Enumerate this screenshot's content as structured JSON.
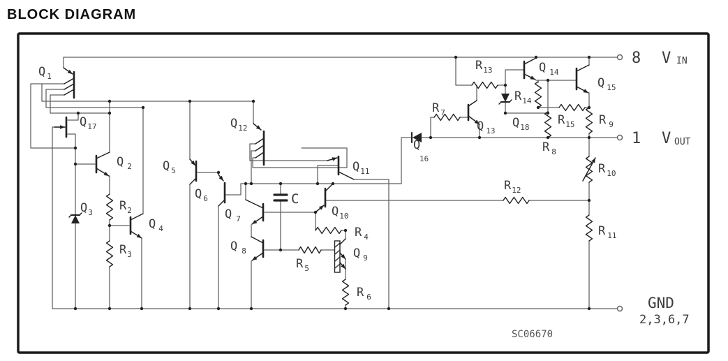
{
  "title": "BLOCK DIAGRAM",
  "figure_code": "SC06670",
  "colors": {
    "wire": "#5f5f5f",
    "symbol": "#222222",
    "label": "#3c3c3c",
    "frame": "#1a1a1a",
    "background": "#ffffff"
  },
  "pins": {
    "vin": {
      "number": "8",
      "name": "V",
      "sub": "IN"
    },
    "vout": {
      "number": "1",
      "name": "V",
      "sub": "OUT"
    },
    "gnd": {
      "name": "GND",
      "numbers": "2,3,6,7"
    }
  },
  "components": {
    "q1": {
      "p": "Q",
      "s": "1"
    },
    "q2": {
      "p": "Q",
      "s": "2"
    },
    "q3": {
      "p": "Q",
      "s": "3"
    },
    "q4": {
      "p": "Q",
      "s": "4"
    },
    "q5": {
      "p": "Q",
      "s": "5"
    },
    "q6": {
      "p": "Q",
      "s": "6"
    },
    "q7": {
      "p": "Q",
      "s": "7"
    },
    "q8": {
      "p": "Q",
      "s": "8"
    },
    "q9": {
      "p": "Q",
      "s": "9"
    },
    "q10": {
      "p": "Q",
      "s": "10"
    },
    "q11": {
      "p": "Q",
      "s": "11"
    },
    "q12": {
      "p": "Q",
      "s": "12"
    },
    "q13": {
      "p": "Q",
      "s": "13"
    },
    "q14": {
      "p": "Q",
      "s": "14"
    },
    "q15": {
      "p": "Q",
      "s": "15"
    },
    "q16": {
      "p": "Q",
      "s": "16"
    },
    "q17": {
      "p": "Q",
      "s": "17"
    },
    "q18": {
      "p": "Q",
      "s": "18"
    },
    "r2": {
      "p": "R",
      "s": "2"
    },
    "r3": {
      "p": "R",
      "s": "3"
    },
    "r4": {
      "p": "R",
      "s": "4"
    },
    "r5": {
      "p": "R",
      "s": "5"
    },
    "r6": {
      "p": "R",
      "s": "6"
    },
    "r7": {
      "p": "R",
      "s": "7"
    },
    "r8": {
      "p": "R",
      "s": "8"
    },
    "r9": {
      "p": "R",
      "s": "9"
    },
    "r10": {
      "p": "R",
      "s": "10"
    },
    "r11": {
      "p": "R",
      "s": "11"
    },
    "r12": {
      "p": "R",
      "s": "12"
    },
    "r13": {
      "p": "R",
      "s": "13"
    },
    "r14": {
      "p": "R",
      "s": "14"
    },
    "r15": {
      "p": "R",
      "s": "15"
    },
    "c": {
      "p": "C",
      "s": ""
    }
  }
}
